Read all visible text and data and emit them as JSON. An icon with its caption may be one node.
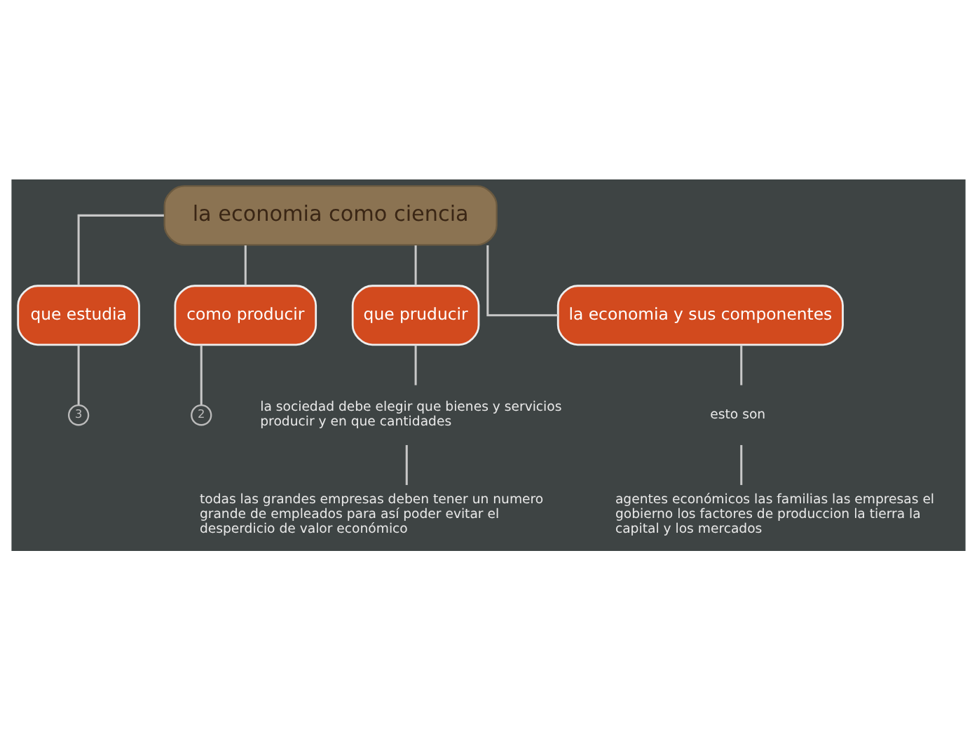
{
  "diagram": {
    "nodes": [
      {
        "text": [
          "la economia como ciencia"
        ]
      },
      {
        "text": [
          "que estudia"
        ]
      },
      {
        "text": [
          "como producir"
        ]
      },
      {
        "text": [
          "que pruducir"
        ]
      },
      {
        "text": [
          "la economia y sus componentes"
        ]
      },
      {
        "text": [
          "3"
        ]
      },
      {
        "text": [
          "2"
        ]
      },
      {
        "text": [
          "la sociedad debe elegir que bienes y servicios producir y en que cantidades"
        ]
      },
      {
        "text": [
          "todas las grandes empresas deben tener un numero grande de empleados para así poder evitar el desperdicio de valor económico"
        ]
      },
      {
        "text": [
          "esto son"
        ]
      },
      {
        "text": [
          "agentes económicos las familias las empresas el gobierno los factores de produccion la tierra la capital y los mercados"
        ]
      }
    ],
    "edges": [
      {
        "from": 0,
        "to": 1,
        "arrow": "none"
      },
      {
        "from": 0,
        "to": 2,
        "arrow": "none"
      },
      {
        "from": 0,
        "to": 3,
        "arrow": "none"
      },
      {
        "from": 0,
        "to": 4,
        "arrow": "none"
      },
      {
        "from": 1,
        "to": 5,
        "arrow": "none"
      },
      {
        "from": 2,
        "to": 6,
        "arrow": "none"
      },
      {
        "from": 3,
        "to": 7,
        "arrow": "none"
      },
      {
        "from": 7,
        "to": 8,
        "arrow": "none"
      },
      {
        "from": 4,
        "to": 9,
        "arrow": "none"
      },
      {
        "from": 9,
        "to": 10,
        "arrow": "none"
      }
    ]
  }
}
